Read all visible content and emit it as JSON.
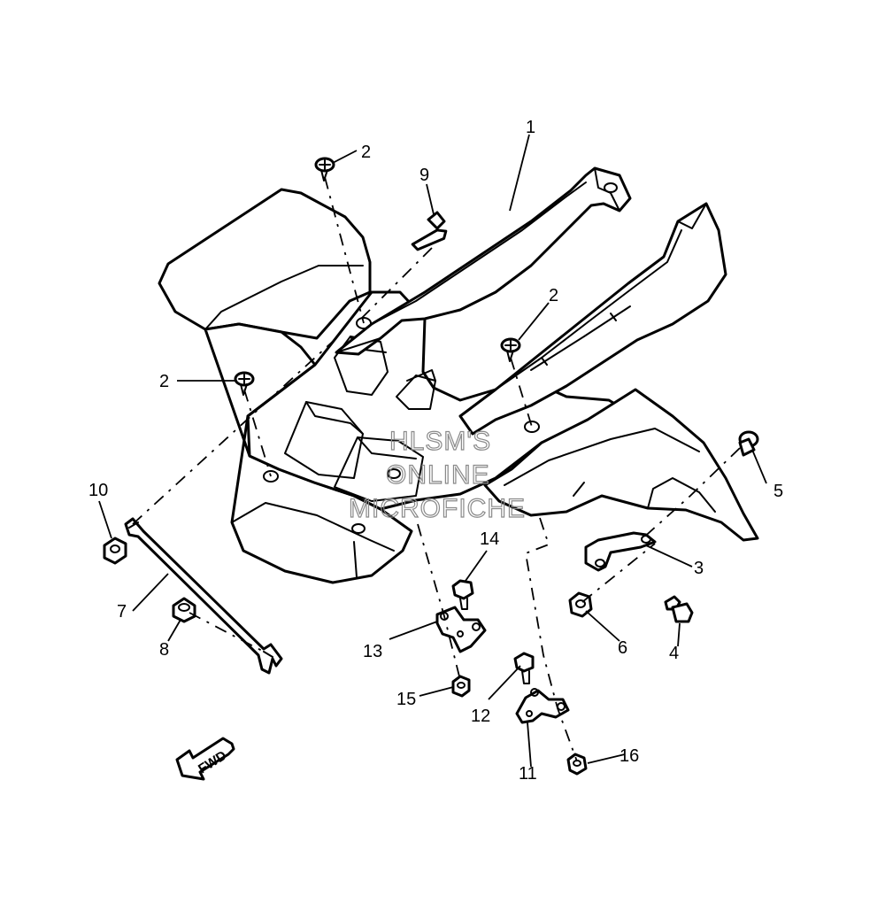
{
  "diagram": {
    "callouts": {
      "p1": "1",
      "p2a": "2",
      "p2b": "2",
      "p2c": "2",
      "p3": "3",
      "p4": "4",
      "p5": "5",
      "p6": "6",
      "p7": "7",
      "p8": "8",
      "p9": "9",
      "p10": "10",
      "p11": "11",
      "p12": "12",
      "p13": "13",
      "p14": "14",
      "p15": "15",
      "p16": "16"
    },
    "fwd_label": "FWD",
    "watermark": {
      "line1": "HLSM'S",
      "line2": "ONLINE",
      "line3": "MICROFICHE"
    },
    "colors": {
      "line": "#000000",
      "background": "#ffffff",
      "watermark": "#8a8a8a"
    }
  }
}
